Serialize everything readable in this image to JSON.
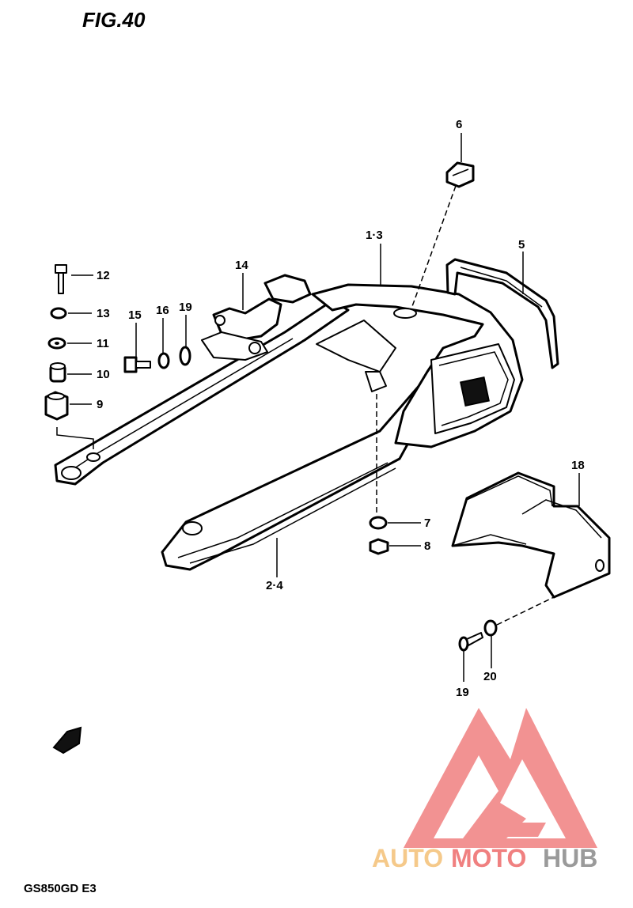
{
  "figure": {
    "title": "FIG.40",
    "model": "GS850GD E3"
  },
  "callouts": {
    "c1_3": "1·3",
    "c2_4": "2·4",
    "c5": "5",
    "c6": "6",
    "c7": "7",
    "c8": "8",
    "c9": "9",
    "c10": "10",
    "c11": "11",
    "c12": "12",
    "c13": "13",
    "c14": "14",
    "c15": "15",
    "c16": "16",
    "c18": "18",
    "c19a": "19",
    "c19b": "19",
    "c20": "20"
  },
  "watermark": {
    "text_auto": "AUTO",
    "text_moto": "MOTO",
    "text_hub": "HUB",
    "color_primary": "#f08080",
    "color_secondary": "#f5c98a",
    "color_hub": "#9a9a9a"
  }
}
